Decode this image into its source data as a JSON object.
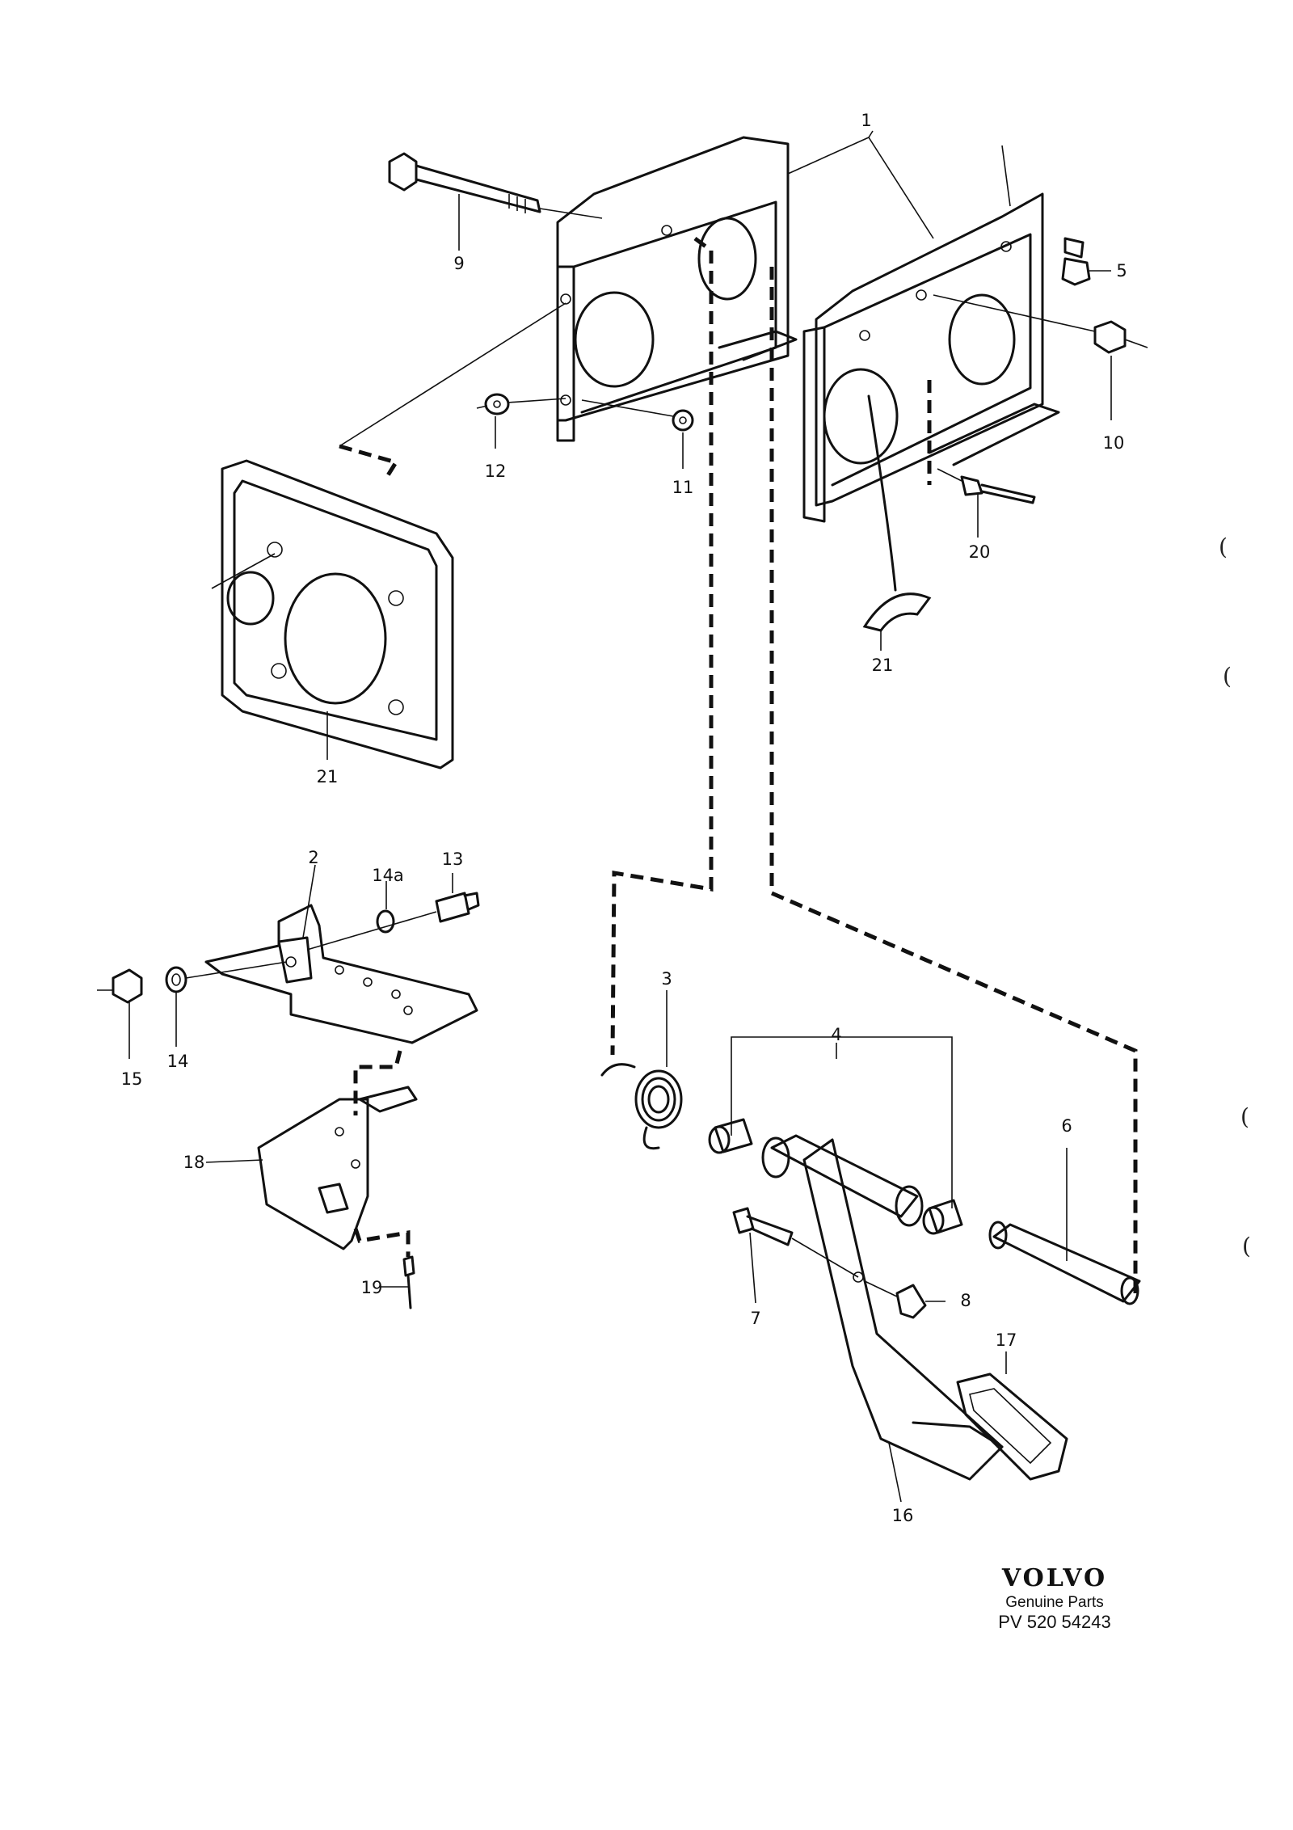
{
  "labels": [
    {
      "id": "1",
      "text": "1"
    },
    {
      "id": "2",
      "text": "2"
    },
    {
      "id": "3",
      "text": "3"
    },
    {
      "id": "4",
      "text": "4"
    },
    {
      "id": "5",
      "text": "5"
    },
    {
      "id": "6",
      "text": "6"
    },
    {
      "id": "7",
      "text": "7"
    },
    {
      "id": "8",
      "text": "8"
    },
    {
      "id": "9",
      "text": "9"
    },
    {
      "id": "10",
      "text": "10"
    },
    {
      "id": "11",
      "text": "11"
    },
    {
      "id": "12",
      "text": "12"
    },
    {
      "id": "13",
      "text": "13"
    },
    {
      "id": "14",
      "text": "14"
    },
    {
      "id": "14a",
      "text": "14a"
    },
    {
      "id": "15",
      "text": "15"
    },
    {
      "id": "16",
      "text": "16"
    },
    {
      "id": "17",
      "text": "17"
    },
    {
      "id": "18",
      "text": "18"
    },
    {
      "id": "19",
      "text": "19"
    },
    {
      "id": "20",
      "text": "20"
    },
    {
      "id": "21a",
      "text": "21"
    },
    {
      "id": "21b",
      "text": "21"
    }
  ],
  "brand": {
    "name": "VOLVO",
    "subtitle": "Genuine Parts",
    "code": "PV 520 54243"
  },
  "edge_marks": [
    "(",
    "(",
    "(",
    "("
  ]
}
